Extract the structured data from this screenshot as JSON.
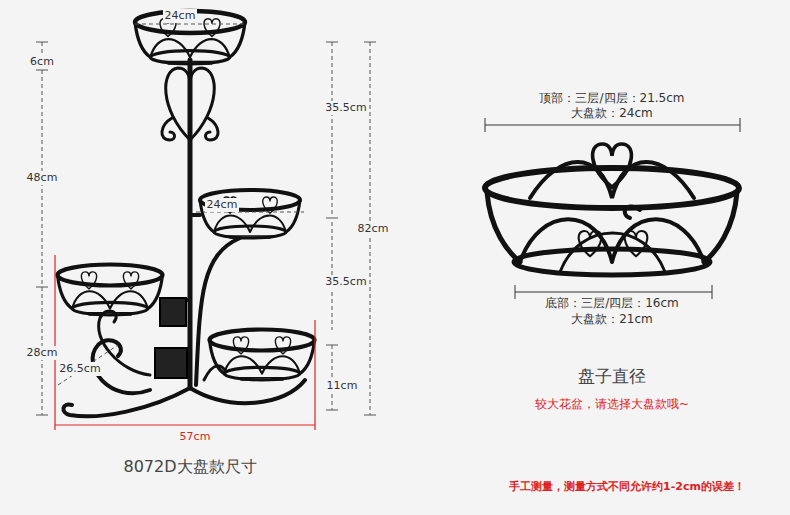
{
  "diagram": {
    "labels": [
      "24cm",
      "6cm",
      "48cm",
      "35.5cm",
      "24cm",
      "82cm",
      "35.5cm",
      "28cm",
      "26.5cm",
      "11cm",
      "57cm",
      "8072D大盘款尺寸",
      "顶部：三层/四层：21.5cm",
      "大盘款：24cm",
      "底部：三层/四层：16cm",
      "大盘款：21cm",
      "盘子直径",
      "较大花盆，请选择大盘款哦~",
      "手工测量，测量方式不同允许约1-2cm的误差！"
    ]
  }
}
